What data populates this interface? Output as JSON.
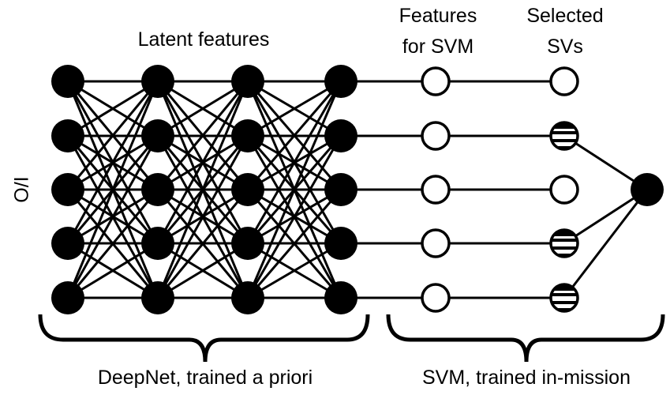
{
  "labels": {
    "latent_features": "Latent features",
    "features_for_svm_line1": "Features",
    "features_for_svm_line2": "for SVM",
    "selected_svs_line1": "Selected",
    "selected_svs_line2": "SVs",
    "io": "I/O",
    "deepnet": "DeepNet, trained a priori",
    "svm": "SVM, trained in-mission"
  },
  "network": {
    "deepnet_layers": 4,
    "nodes_per_layer": 5,
    "feature_nodes": 5,
    "sv_nodes": [
      {
        "selected": false
      },
      {
        "selected": true
      },
      {
        "selected": false
      },
      {
        "selected": true
      },
      {
        "selected": true
      }
    ],
    "output_nodes": 1
  },
  "colors": {
    "ink": "#000000",
    "background": "#ffffff"
  }
}
